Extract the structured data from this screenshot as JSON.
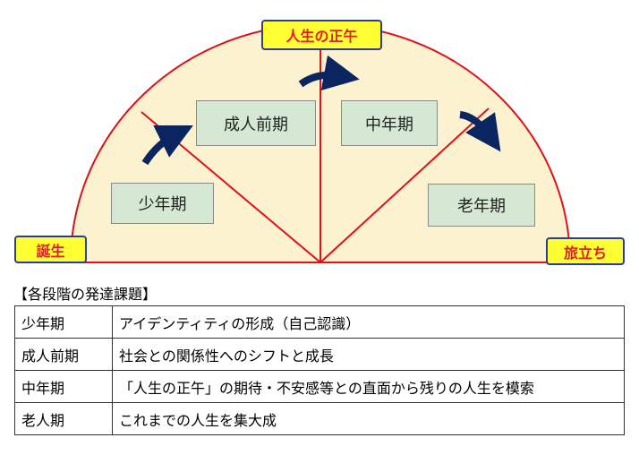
{
  "diagram": {
    "peak_label": "人生の正午",
    "start_label": "誕生",
    "end_label": "旅立ち",
    "stages": [
      {
        "key": "youth",
        "label": "少年期"
      },
      {
        "key": "early_adult",
        "label": "成人前期"
      },
      {
        "key": "middle",
        "label": "中年期"
      },
      {
        "key": "old",
        "label": "老年期"
      }
    ],
    "colors": {
      "semicircle_fill": "#fdf2cf",
      "outline": "#e0101a",
      "stage_box": "#d5e8d4",
      "label_bg": "#ffff33",
      "label_text": "#e31e1e",
      "arrow": "#0b2560"
    }
  },
  "tasks": {
    "title": "【各段階の発達課題】",
    "rows": [
      {
        "stage": "少年期",
        "task": "アイデンティティの形成（自己認識）"
      },
      {
        "stage": "成人前期",
        "task": "社会との関係性へのシフトと成長"
      },
      {
        "stage": "中年期",
        "task": "「人生の正午」の期待・不安感等との直面から残りの人生を模索"
      },
      {
        "stage": "老人期",
        "task": "これまでの人生を集大成"
      }
    ]
  }
}
